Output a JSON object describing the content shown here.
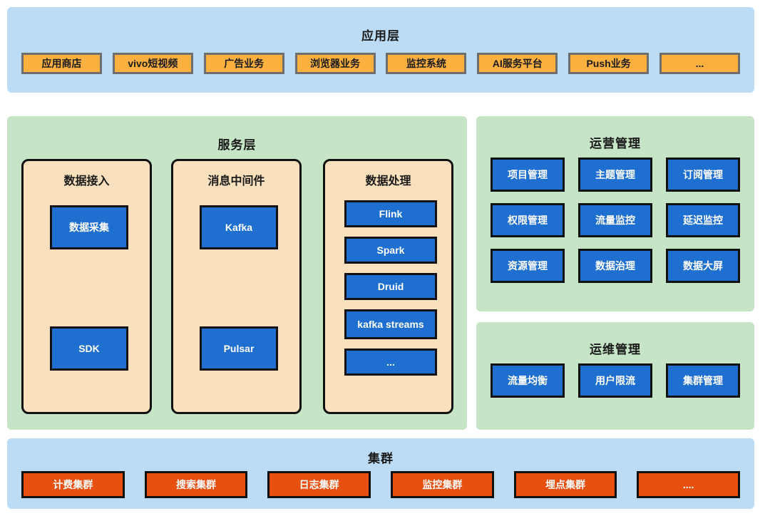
{
  "application_layer": {
    "title": "应用层",
    "items": [
      {
        "label": "应用商店"
      },
      {
        "label": "vivo短视频"
      },
      {
        "label": "广告业务"
      },
      {
        "label": "浏览器业务"
      },
      {
        "label": "监控系统"
      },
      {
        "label": "AI服务平台"
      },
      {
        "label": "Push业务"
      },
      {
        "label": "..."
      }
    ]
  },
  "service_layer": {
    "title": "服务层",
    "groups": [
      {
        "title": "数据接入",
        "items": [
          {
            "label": "数据采集"
          },
          {
            "label": "SDK"
          }
        ]
      },
      {
        "title": "消息中间件",
        "items": [
          {
            "label": "Kafka"
          },
          {
            "label": "Pulsar"
          }
        ]
      },
      {
        "title": "数据处理",
        "items": [
          {
            "label": "Flink"
          },
          {
            "label": "Spark"
          },
          {
            "label": "Druid"
          },
          {
            "label": "kafka streams"
          },
          {
            "label": "..."
          }
        ]
      }
    ]
  },
  "operation_management": {
    "title": "运营管理",
    "items": [
      {
        "label": "项目管理"
      },
      {
        "label": "主题管理"
      },
      {
        "label": "订阅管理"
      },
      {
        "label": "权限管理"
      },
      {
        "label": "流量监控"
      },
      {
        "label": "延迟监控"
      },
      {
        "label": "资源管理"
      },
      {
        "label": "数据治理"
      },
      {
        "label": "数据大屏"
      }
    ]
  },
  "maintenance_management": {
    "title": "运维管理",
    "items": [
      {
        "label": "流量均衡"
      },
      {
        "label": "用户限流"
      },
      {
        "label": "集群管理"
      }
    ]
  },
  "cluster_layer": {
    "title": "集群",
    "items": [
      {
        "label": "计费集群"
      },
      {
        "label": "搜索集群"
      },
      {
        "label": "日志集群"
      },
      {
        "label": "监控集群"
      },
      {
        "label": "埋点集群"
      },
      {
        "label": "...."
      }
    ]
  },
  "colors": {
    "panel_blue": "#bcdcf5",
    "panel_green": "#c6e4c6",
    "subgroup_beige": "#fae0bd",
    "node_orange": "#fbb040",
    "node_blue": "#1f6fd0",
    "node_cluster_red": "#e8500f",
    "border_dark": "#111111",
    "border_grey": "#6e6e6e"
  }
}
